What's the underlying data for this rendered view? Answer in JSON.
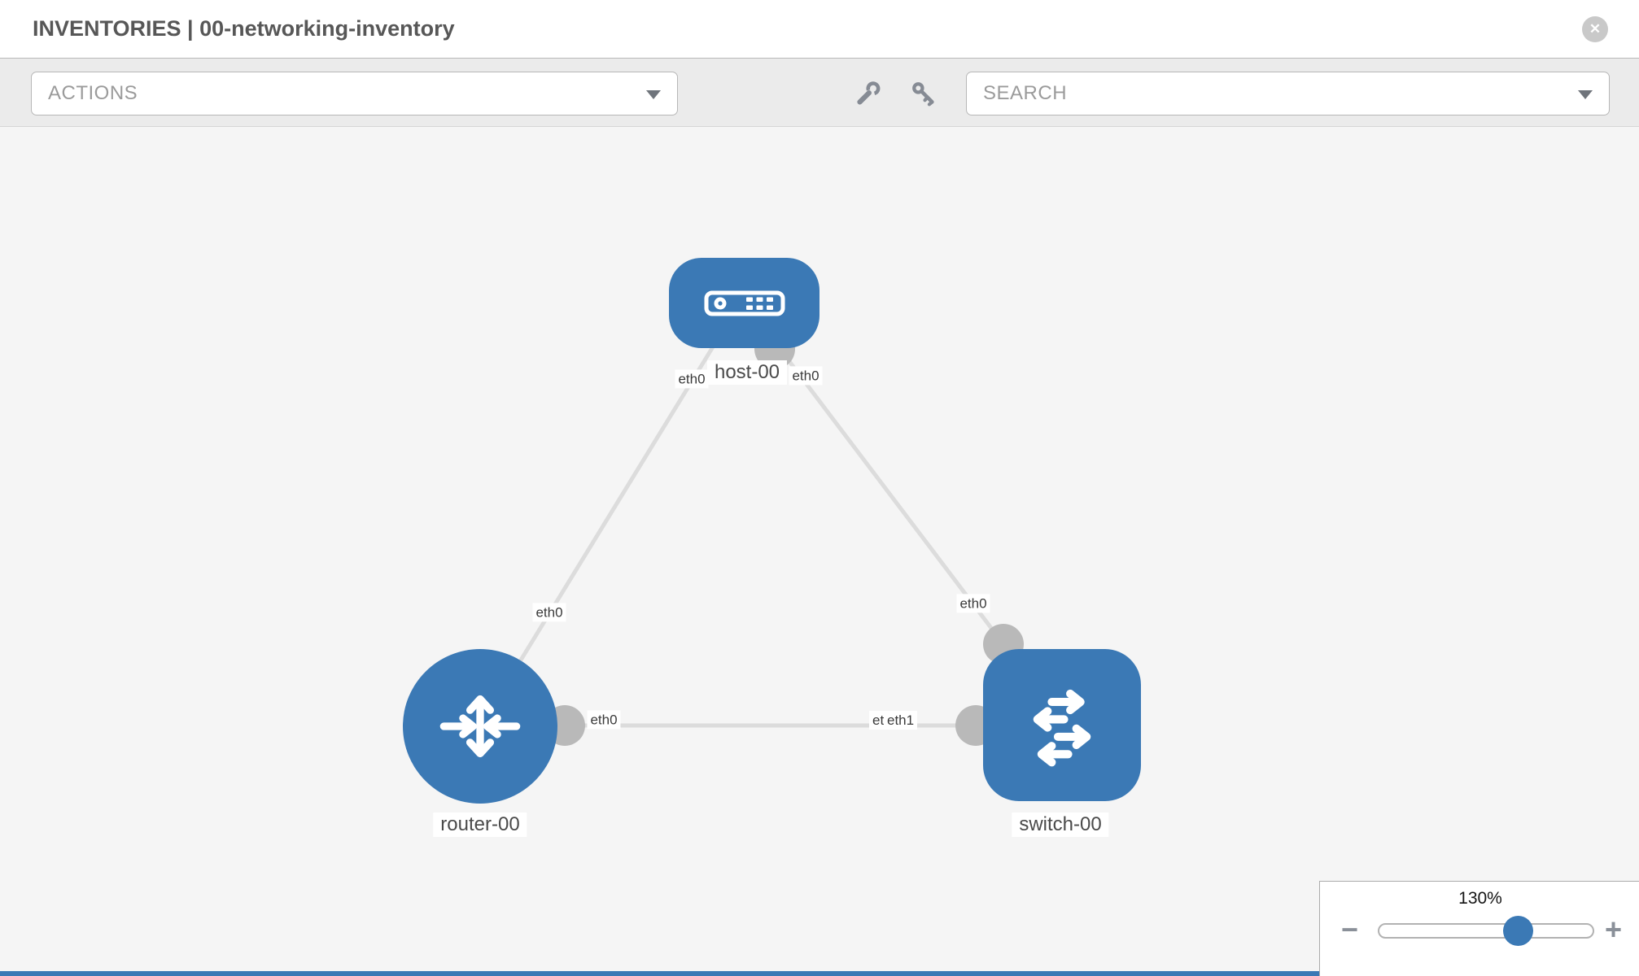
{
  "header": {
    "title": "INVENTORIES | 00-networking-inventory",
    "close_glyph": "✕"
  },
  "toolbar": {
    "actions_placeholder": "ACTIONS",
    "search_placeholder": "SEARCH"
  },
  "nodes": [
    {
      "id": "host-00",
      "label": "host-00",
      "type": "host"
    },
    {
      "id": "router-00",
      "label": "router-00",
      "type": "router"
    },
    {
      "id": "switch-00",
      "label": "switch-00",
      "type": "switch"
    }
  ],
  "edges": [
    {
      "from": "router-00",
      "to": "host-00",
      "labels": [
        "eth0",
        "eth0"
      ]
    },
    {
      "from": "host-00",
      "to": "switch-00",
      "labels": [
        "eth0",
        "eth0"
      ]
    },
    {
      "from": "router-00",
      "to": "switch-00",
      "labels": [
        "eth0",
        "eth0",
        "eth1"
      ]
    }
  ],
  "zoom_control": {
    "value": "130%",
    "minus_glyph": "−",
    "plus_glyph": "+"
  },
  "colors": {
    "node_blue": "#3b79b5",
    "accent_blue": "#3b79b5",
    "link_gray": "#dcdcdc",
    "port_gray": "#b9b9b9",
    "canvas_bg": "#f5f5f5"
  }
}
